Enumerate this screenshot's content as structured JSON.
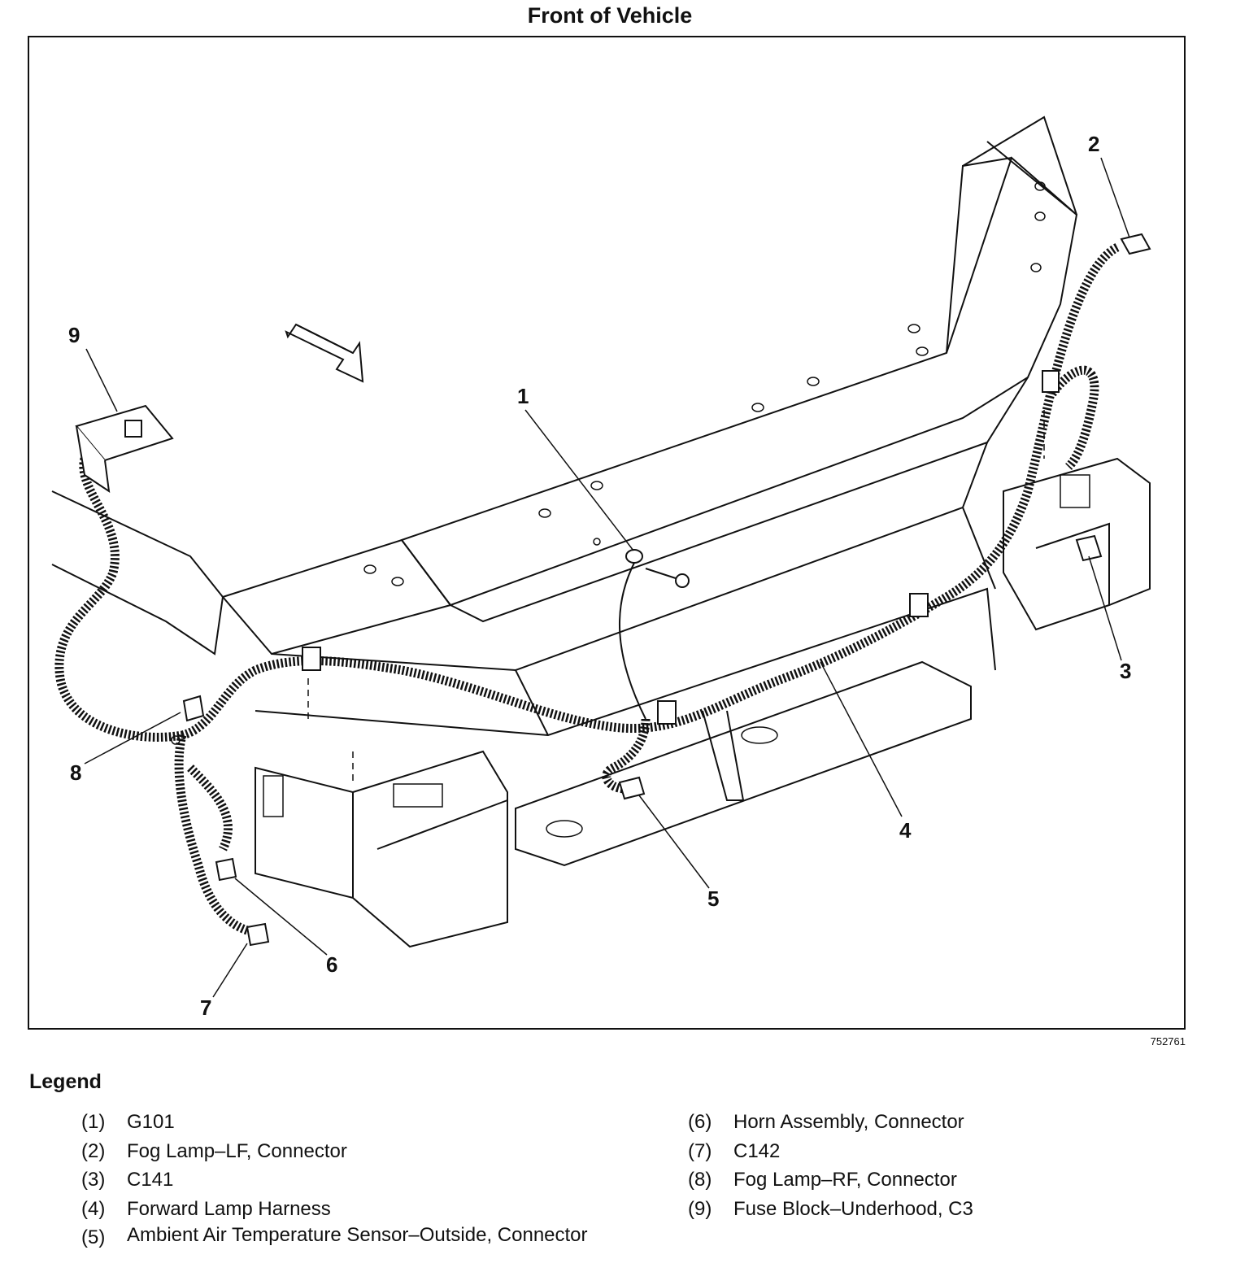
{
  "header": {
    "title": "Front of Vehicle"
  },
  "figure": {
    "id": "752761",
    "callouts": [
      "1",
      "2",
      "3",
      "4",
      "5",
      "6",
      "7",
      "8",
      "9"
    ]
  },
  "legend": {
    "title": "Legend",
    "items": [
      {
        "num": "(1)",
        "text": "G101"
      },
      {
        "num": "(2)",
        "text": "Fog Lamp–LF, Connector"
      },
      {
        "num": "(3)",
        "text": "C141"
      },
      {
        "num": "(4)",
        "text": "Forward Lamp Harness"
      },
      {
        "num": "(5)",
        "text": "Ambient Air Temperature Sensor–Outside, Connector"
      },
      {
        "num": "(6)",
        "text": "Horn Assembly, Connector"
      },
      {
        "num": "(7)",
        "text": "C142"
      },
      {
        "num": "(8)",
        "text": "Fog Lamp–RF, Connector"
      },
      {
        "num": "(9)",
        "text": "Fuse Block–Underhood, C3"
      }
    ]
  }
}
